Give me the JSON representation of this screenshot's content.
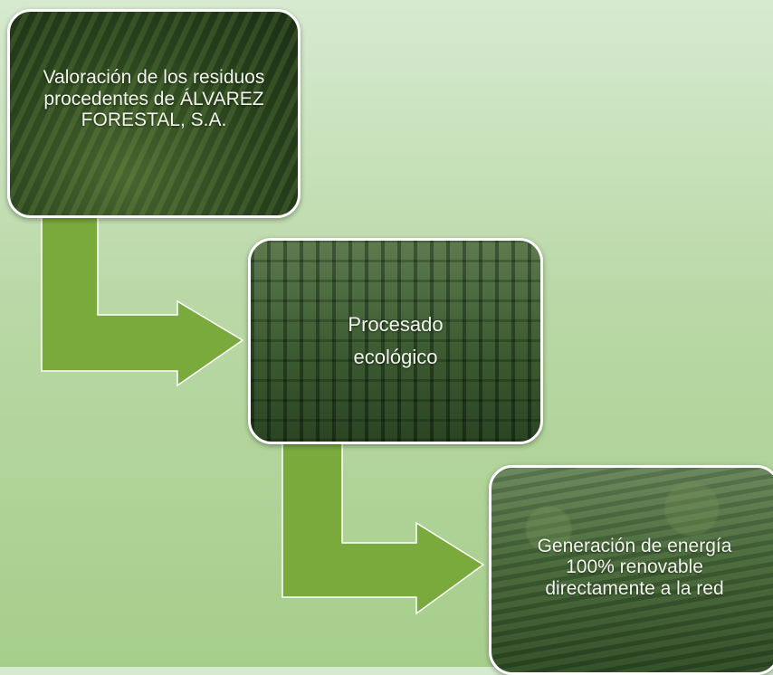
{
  "colors": {
    "background_top": "#d7ead0",
    "background_bottom": "#a6ce8b",
    "arrow_fill": "#7aaa3c",
    "arrow_stroke": "#ffffff",
    "box_border": "#ffffff",
    "text": "#f2f5ec"
  },
  "steps": [
    {
      "id": "valoracion",
      "label": "Valoración de los residuos procedentes de ÁLVAREZ FORESTAL, S.A.",
      "background": "forest-residues-photo"
    },
    {
      "id": "procesado",
      "label": "Procesado ecológico",
      "background": "industrial-plant-photo"
    },
    {
      "id": "generacion",
      "label": "Generación de energía 100% renovable directamente a la red",
      "background": "landscape-town-photo"
    }
  ],
  "connectors": [
    {
      "from": "valoracion",
      "to": "procesado",
      "shape": "bent-arrow"
    },
    {
      "from": "procesado",
      "to": "generacion",
      "shape": "bent-arrow"
    }
  ]
}
